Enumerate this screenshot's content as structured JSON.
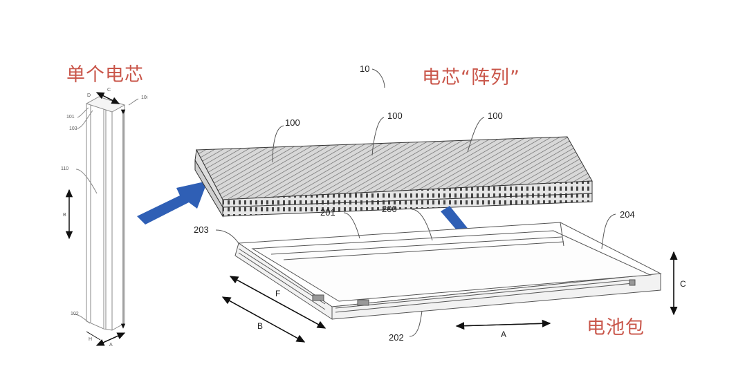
{
  "diagram": {
    "title_labels": {
      "single_cell": "单个电芯",
      "cell_array": "电芯“阵列”",
      "battery_pack": "电池包"
    },
    "single_cell_refs": {
      "top_ref": "10i",
      "ref_101": "101",
      "ref_103": "103",
      "ref_110": "110",
      "ref_102": "102",
      "dim_c": "C",
      "dim_b": "B",
      "dim_a": "A",
      "dim_h": "H",
      "dim_d": "D"
    },
    "array_refs": {
      "assembly_ref": "10",
      "cell_ref_1": "100",
      "cell_ref_2": "100",
      "cell_ref_3": "100"
    },
    "tray_refs": {
      "ref_201": "201",
      "ref_200": "200",
      "ref_203": "203",
      "ref_204": "204",
      "ref_202": "202"
    },
    "tray_dimensions": {
      "dim_f": "F",
      "dim_b": "B",
      "dim_a": "A",
      "dim_c": "C"
    },
    "arrows": [
      {
        "name": "cell-to-array-arrow",
        "color": "#2f5fb5"
      },
      {
        "name": "array-to-pack-arrow",
        "color": "#2f5fb5"
      }
    ],
    "colors": {
      "annotation_red": "#c0392b",
      "arrow_blue": "#2f5fb5",
      "line_gray": "#555555"
    }
  }
}
